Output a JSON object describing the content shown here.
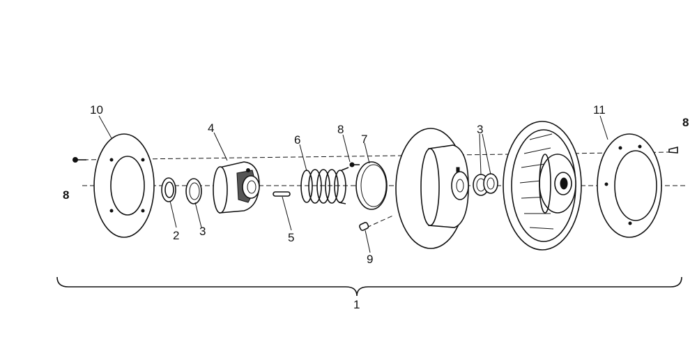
{
  "diagram": {
    "callouts": {
      "assembly": "1",
      "bushing": "2",
      "washer_left": "3",
      "washer_right": "3",
      "cam": "4",
      "pin": "5",
      "spring": "6",
      "ring": "7",
      "screw_top": "8",
      "screw_left": "8",
      "screw_right": "8",
      "roller": "9",
      "cover_left": "10",
      "cover_right": "11"
    },
    "line_color": "#111111",
    "background": "#ffffff"
  }
}
